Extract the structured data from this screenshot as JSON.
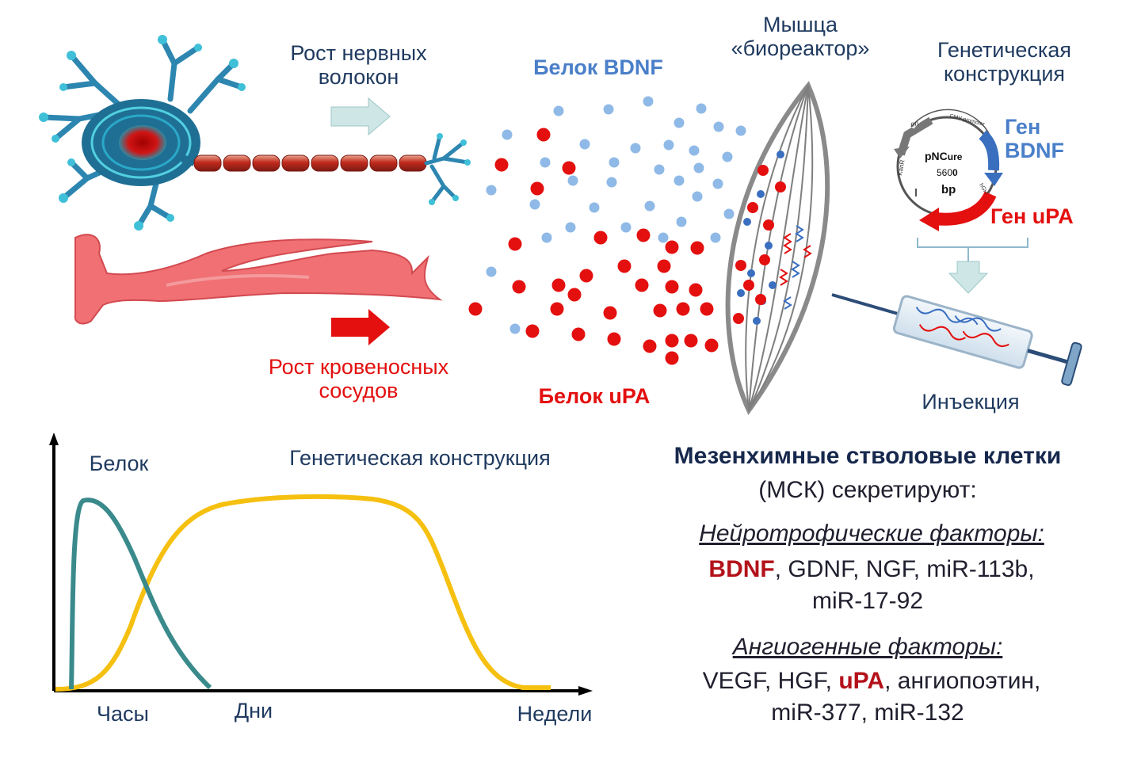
{
  "labels": {
    "nerve_growth": "Рост нервных\nволокон",
    "vessel_growth": "Рост кровеносных\nсосудов",
    "protein_bdnf": "Белок BDNF",
    "protein_upa": "Белок uPA",
    "muscle": "Мышца\n«биореактор»",
    "construct": "Генетическая\nконструкция",
    "gene_bdnf": "Ген\nBDNF",
    "gene_upa": "Ген uPA",
    "injection": "Инъекция"
  },
  "plasmid": {
    "name_pre": "pNC",
    "name_post": "ure",
    "size_pre": "56",
    "size_post": "0",
    "size_zero": "0",
    "unit": "bp",
    "ori": "ori",
    "cmv": "CMV promoter",
    "kanr": "KanR",
    "tag": "hGH"
  },
  "chart": {
    "protein_label": "Белок",
    "construct_label": "Генетическая  конструкция",
    "x_hours": "Часы",
    "x_days": "Дни",
    "x_weeks": "Недели"
  },
  "msc": {
    "title": "Мезенхимные стволовые клетки",
    "subtitle": "(МСК) секретируют:",
    "neuro_heading": "Нейротрофические факторы:",
    "neuro_hl": "BDNF",
    "neuro_rest": ", GDNF, NGF, miR-113b,",
    "neuro_line2": "miR-17-92",
    "angio_heading": "Ангиогенные факторы:",
    "angio_pre": "VEGF, HGF, ",
    "angio_hl": "uPA",
    "angio_post": ", ангиопоэтин,",
    "angio_line2": "miR-377, miR-132"
  },
  "colors": {
    "protein_curve": "#3a8a8c",
    "construct_curve": "#f5c010",
    "red_dots": "#e3100f",
    "blue_dots": "#8fb9e6",
    "accent_red": "#b3121a",
    "vessel": "#f07074"
  }
}
